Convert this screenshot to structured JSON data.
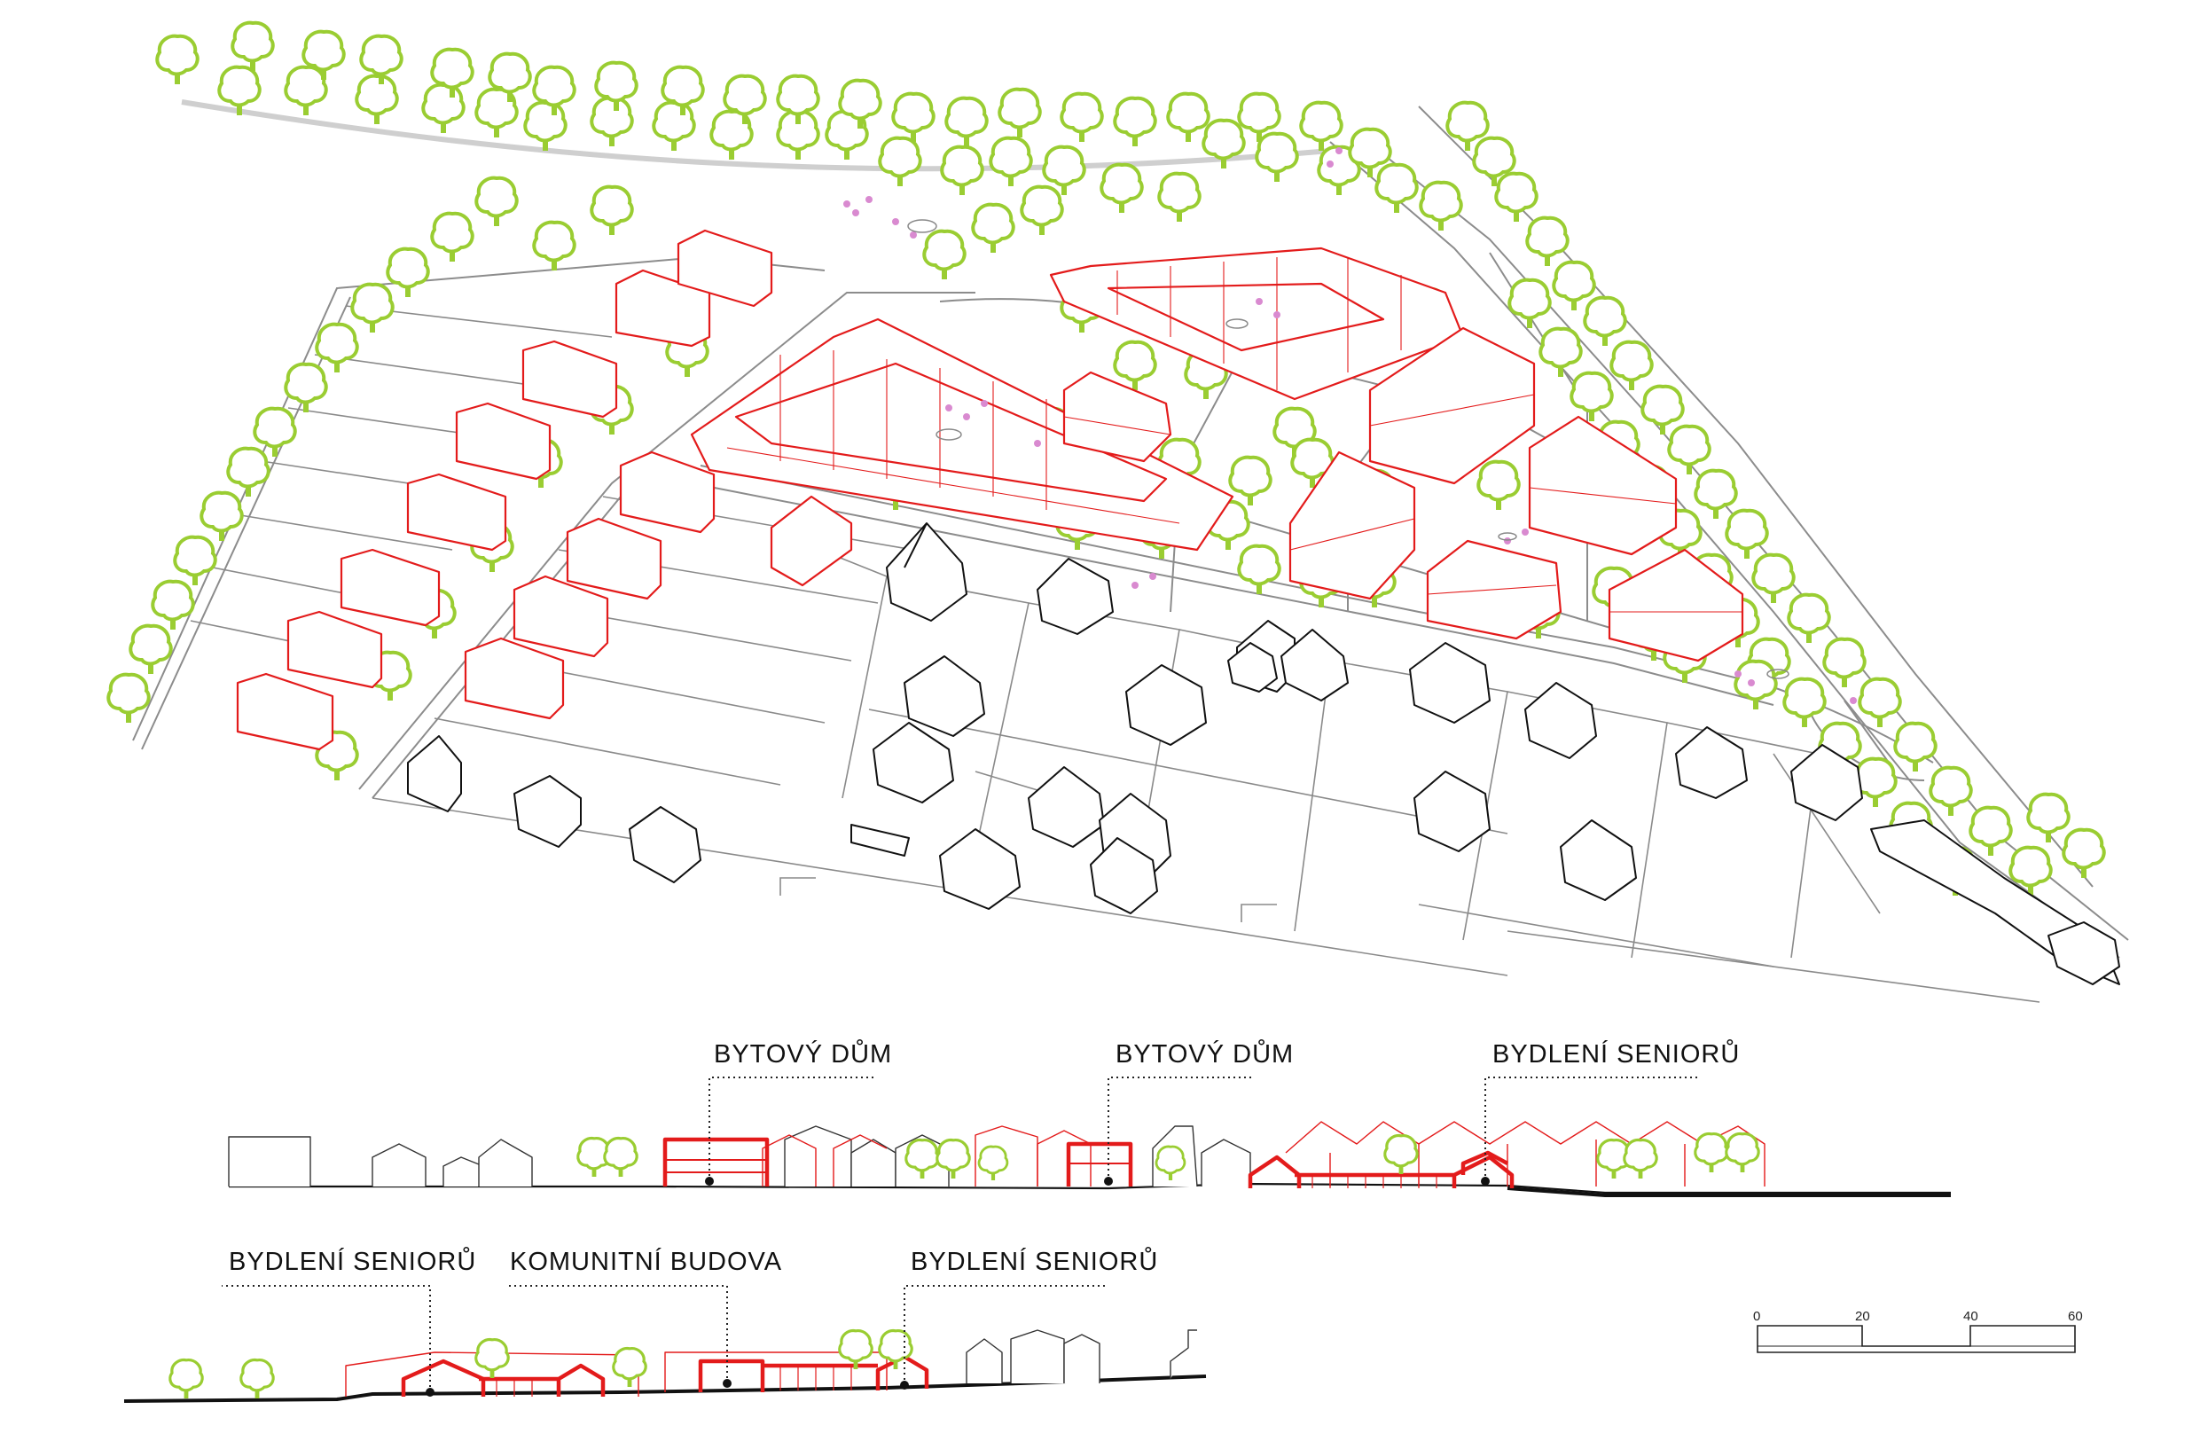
{
  "labels": {
    "section1": [
      "BYTOVÝ DŮM",
      "BYTOVÝ DŮM",
      "BYDLENÍ SENIORŮ"
    ],
    "section2": [
      "BYDLENÍ SENIORŮ",
      "KOMUNITNÍ BUDOVA",
      "BYDLENÍ SENIORŮ"
    ]
  },
  "scale_bar": {
    "ticks": [
      "0",
      "20",
      "40",
      "60"
    ]
  },
  "colors": {
    "new_buildings": "#e31b1b",
    "existing_buildings": "#111111",
    "trees": "#9acd32",
    "roads": "#8c8c8c",
    "people": "#d98ad0"
  }
}
